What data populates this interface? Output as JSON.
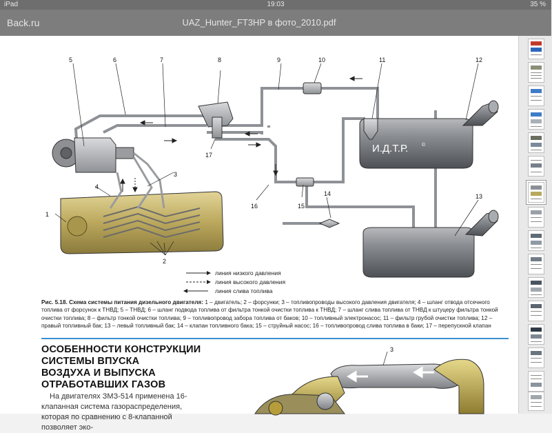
{
  "status_bar": {
    "carrier": "iPad",
    "time": "19:03",
    "battery": "35 %"
  },
  "nav": {
    "back_label": "Back.ru",
    "document_title": "UAZ_Hunter_FT3HP в фото_2010.pdf"
  },
  "figure": {
    "callouts": [
      "1",
      "2",
      "3",
      "4",
      "5",
      "6",
      "7",
      "8",
      "9",
      "10",
      "11",
      "12",
      "13",
      "14",
      "15",
      "16",
      "17"
    ],
    "tank_label": "И.Д.Т.Р.",
    "tank_label_mark": "©",
    "legend": [
      "линия низкого давления",
      "линия высокого давления",
      "линия слива топлива"
    ],
    "caption_title": "Рис. 5.18. Схема системы питания дизельного двигателя:",
    "caption_text": " 1 – двигатель; 2 – форсунки; 3 – топливопроводы высокого давления двигателя; 4 – шланг отвода отсечного топлива от форсунок к ТНВД; 5 – ТНВД; 6 – шланг подвода топлива от фильтра тонкой очистки топлива к ТНВД; 7 – шланг слива топлива от ТНВД к штуцеру фильтра тонкой очистки топлива; 8 – фильтр тонкой очистки топлива; 9 – топливопровод забора топлива от баков; 10 – топливный электронасос; 11 – фильтр грубой очистки топлива; 12 – правый топливный бак; 13 – левый топливный бак; 14 – клапан топливного бака; 15 – струйный насос; 16 – топливопровод слива топлива в баки; 17 – перепускной клапан"
  },
  "section": {
    "heading_lines": [
      "ОСОБЕННОСТИ КОНСТРУКЦИИ",
      "СИСТЕМЫ ВПУСКА",
      "ВОЗДУХА И ВЫПУСКА",
      "ОТРАБОТАВШИХ ГАЗОВ"
    ],
    "body": "На двигателях ЗМЗ-514 применена 16-клапанная система газораспределения, которая по сравнению с 8-клапанной позволяет эко-",
    "figure2_callout": "3"
  },
  "colors": {
    "status_bar": "#6e6e6e",
    "nav_bar": "#7d7d7d",
    "accent_rule": "#3a8fd0",
    "tank_fill": "#7f8286",
    "engine_fill": "#c2b06a"
  },
  "icons": {
    "arrow": "arrow-icon",
    "page_thumbnail": "page-thumbnail"
  }
}
